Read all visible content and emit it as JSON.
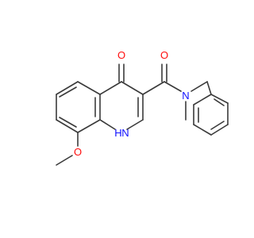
{
  "molecule": {
    "colors": {
      "bond": "#3a3a3a",
      "oxygen": "#ff0d0d",
      "nitrogen": "#1010ff",
      "background": "#ffffff"
    },
    "atoms": {
      "o_ketone": "O",
      "o_amide": "O",
      "n_amide": "N",
      "nh_ring": "H",
      "n_ring": "N",
      "o_methoxy": "O"
    }
  }
}
